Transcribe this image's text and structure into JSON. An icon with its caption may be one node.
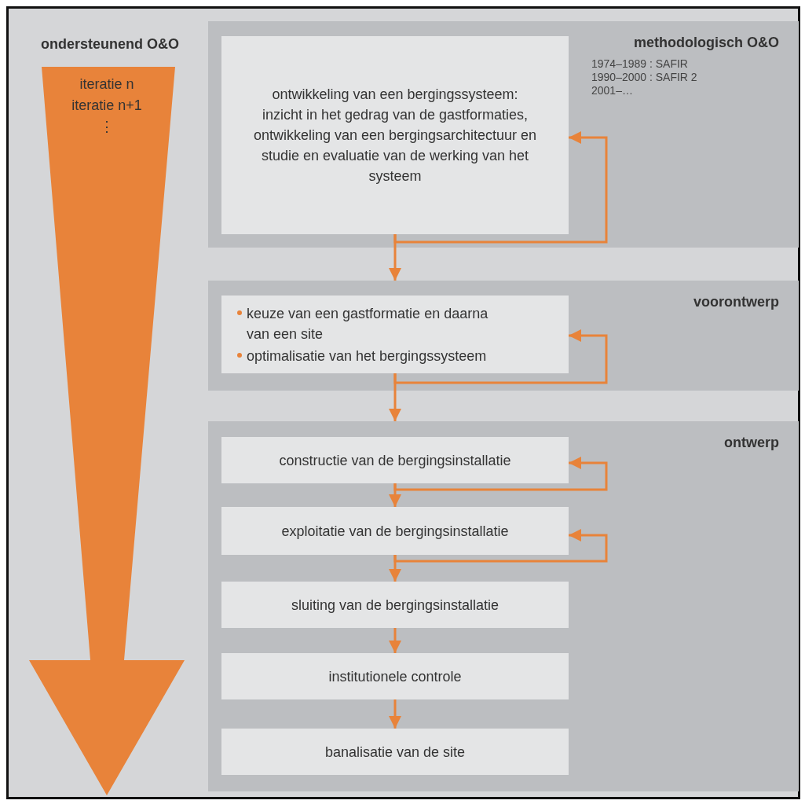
{
  "diagram": {
    "nodes": [
      {
        "text": [
          "ondersteunend O&O",
          "iteratie n",
          "iteratie n+1",
          "⋮"
        ]
      },
      {
        "text": [
          "methodologisch O&O",
          "1974–1989 : SAFIR",
          "1990–2000 : SAFIR 2",
          "2001–…"
        ]
      },
      {
        "text": [
          "ontwikkeling van een bergingssysteem: inzicht in het gedrag van de gastformaties, ontwikkeling van een bergingsarchitectuur en studie en evaluatie van de werking van het systeem"
        ],
        "in": 1
      },
      {
        "text": [
          "voorontwerp"
        ]
      },
      {
        "text": [
          "keuze van een gastformatie en daarna van een site",
          "optimalisatie van het bergingssysteem"
        ],
        "in": 3
      },
      {
        "text": [
          "ontwerp"
        ]
      },
      {
        "text": [
          "constructie van de bergingsinstallatie"
        ],
        "in": 5
      },
      {
        "text": [
          "exploitatie van de bergingsinstallatie"
        ],
        "in": 5
      },
      {
        "text": [
          "sluiting van de bergingsinstallatie"
        ],
        "in": 5
      },
      {
        "text": [
          "institutionele controle"
        ],
        "in": 5
      },
      {
        "text": [
          "banalisatie van de site"
        ],
        "in": 5
      }
    ],
    "edges": [
      {
        "from": 2,
        "to": 2,
        "arrow": "to"
      },
      {
        "from": 2,
        "to": 3,
        "arrow": "to"
      },
      {
        "from": 4,
        "to": 4,
        "arrow": "to"
      },
      {
        "from": 4,
        "to": 5,
        "arrow": "to"
      },
      {
        "from": 6,
        "to": 6,
        "arrow": "to"
      },
      {
        "from": 6,
        "to": 7,
        "arrow": "to"
      },
      {
        "from": 7,
        "to": 7,
        "arrow": "to"
      },
      {
        "from": 7,
        "to": 8,
        "arrow": "to"
      },
      {
        "from": 8,
        "to": 9,
        "arrow": "to"
      },
      {
        "from": 9,
        "to": 10,
        "arrow": "to"
      }
    ]
  }
}
